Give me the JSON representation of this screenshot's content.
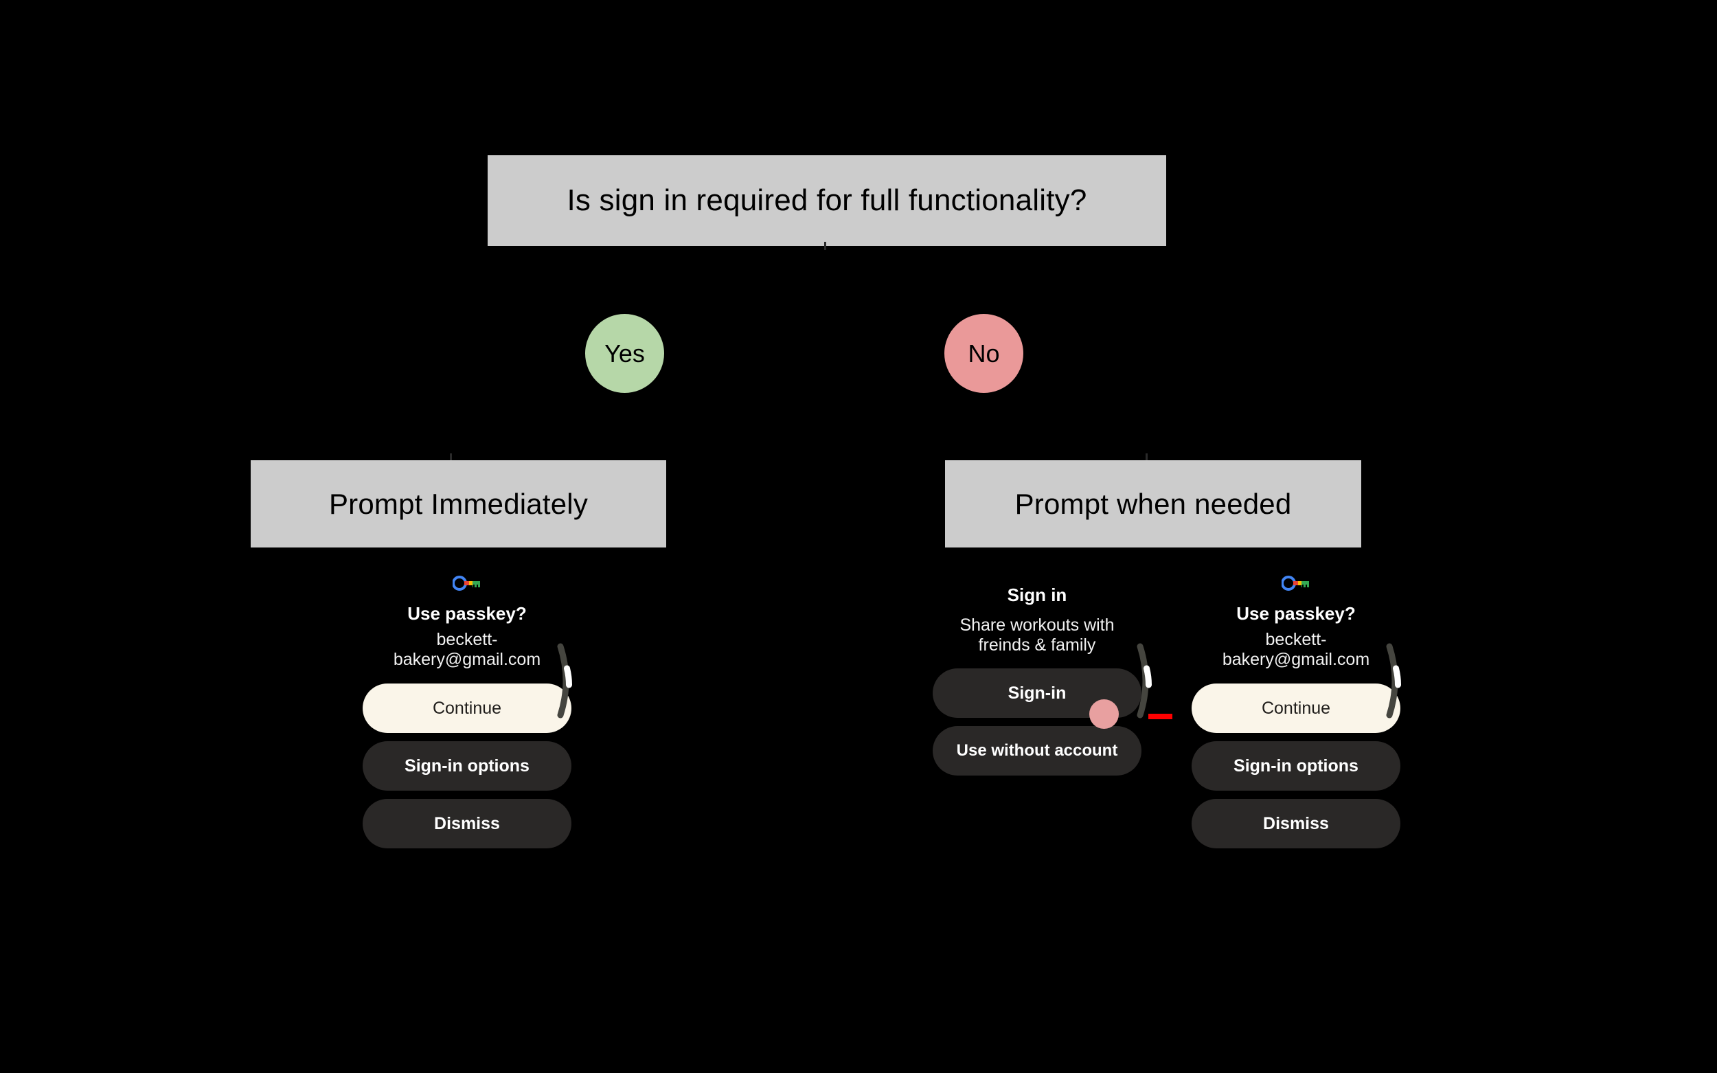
{
  "flow": {
    "title": "Is sign in required for full functionality?",
    "branches": [
      {
        "label": "Yes",
        "color": "#b6d7a8"
      },
      {
        "label": "No",
        "color": "#ea9999"
      }
    ],
    "outcomes": [
      {
        "label": "Prompt Immediately"
      },
      {
        "label": "Prompt when needed"
      }
    ],
    "box_color": "#cccccc",
    "background": "#000000",
    "annotation_arrow_color": "#ff0000"
  },
  "screens": {
    "passkey_left": {
      "icon": "google-passkey-icon",
      "title": "Use passkey?",
      "subtitle": "beckett-bakery@gmail.com",
      "buttons": [
        {
          "label": "Continue",
          "style": "primary"
        },
        {
          "label": "Sign-in options",
          "style": "secondary"
        },
        {
          "label": "Dismiss",
          "style": "secondary"
        }
      ]
    },
    "signin": {
      "title": "Sign in",
      "subtitle": "Share workouts with freinds & family",
      "buttons": [
        {
          "label": "Sign-in",
          "style": "secondary"
        },
        {
          "label": "Use without account",
          "style": "secondary"
        }
      ],
      "touch_dot_color": "#e8a0a0"
    },
    "passkey_right": {
      "icon": "google-passkey-icon",
      "title": "Use passkey?",
      "subtitle": "beckett-bakery@gmail.com",
      "buttons": [
        {
          "label": "Continue",
          "style": "primary"
        },
        {
          "label": "Sign-in options",
          "style": "secondary"
        },
        {
          "label": "Dismiss",
          "style": "secondary"
        }
      ]
    }
  }
}
